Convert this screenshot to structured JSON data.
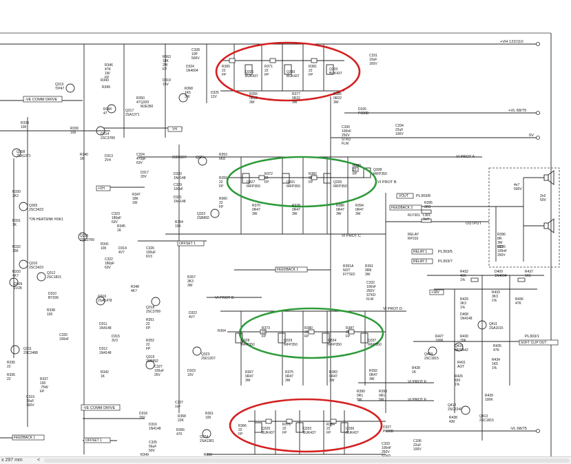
{
  "rails": {
    "vh": "+VH 122/110",
    "vl_pos": "+VL 68/75",
    "ov": "0V",
    "vl_neg": "-VL 68/75",
    "ve_drive_top": "-VE COMM DRIVE",
    "ve_drive_bottom": "-VE COMM DRIVE",
    "vh_small": "VH",
    "pos_vh_small": "+VH",
    "pos_18v": "+18V"
  },
  "signals": {
    "vi_prot_a": "VI PROT A",
    "vi_prot_b": "VI PROT B",
    "vi_prot_c": "VI PROT C",
    "vi_prot_d": "VI PROT D",
    "vi_prot_e": "VI PROT E",
    "vi_prot_f": "VI PROT F",
    "vout": "VOUT",
    "feedback_2": "FEEDBACK 2",
    "feedback_1": "FEEDBACK 1",
    "feedback_1b": "FEEDBACK 1",
    "offset_1": "OFFSET 1",
    "offset_1b": "OFFSET 1",
    "relay_1": "RELAY 1",
    "relay_2": "RELAY 2",
    "pl303_8": "PL303/8",
    "pl303_5": "PL303/5",
    "pl303_7": "PL303/7",
    "pl303_1": "PL303/1",
    "soft_clip_out": "SOFT CLIP OUT",
    "output": "OUTPUT",
    "heatsink_note": "*ON HEATSINK HSK1"
  },
  "components": [
    {
      "ref": "R346",
      "val": "47K 1W FP"
    },
    {
      "ref": "Q313",
      "val": "TIP47"
    },
    {
      "ref": "R349",
      "val": ""
    },
    {
      "ref": "R350",
      "val": "47"
    },
    {
      "ref": "Q320",
      "val": "MJE350"
    },
    {
      "ref": "R344",
      "val": "47"
    },
    {
      "ref": "Q317",
      "val": "2SA1371"
    },
    {
      "ref": "R334",
      "val": "100"
    },
    {
      "ref": "R339",
      "val": "100"
    },
    {
      "ref": "Q314",
      "val": "2SC3789"
    },
    {
      "ref": "Q308",
      "val": "2SA1371"
    },
    {
      "ref": "R363",
      "val": "18K 2W FP"
    },
    {
      "ref": "C328",
      "val": "10P 500V"
    },
    {
      "ref": "D324",
      "val": "1N4004"
    },
    {
      "ref": "D319",
      "val": "15V"
    },
    {
      "ref": "R368",
      "val": "1K5 3W"
    },
    {
      "ref": "D325",
      "val": "12V"
    },
    {
      "ref": "R365",
      "val": "22 FP"
    },
    {
      "ref": "Q326",
      "val": "BUK437"
    },
    {
      "ref": "R371",
      "val": "22 FP"
    },
    {
      "ref": "Q330",
      "val": "BUK437"
    },
    {
      "ref": "R381",
      "val": "22 FP"
    },
    {
      "ref": "Q333",
      "val": "BUK437"
    },
    {
      "ref": "R355",
      "val": "0R22 3W"
    },
    {
      "ref": "R377",
      "val": "0R22 3W"
    },
    {
      "ref": "R385",
      "val": "0R22 3W"
    },
    {
      "ref": "C331",
      "val": "10uF 160V"
    },
    {
      "ref": "D326",
      "val": "P600D"
    },
    {
      "ref": "C330",
      "val": "100nF 250V STKD FLM"
    },
    {
      "ref": "C334",
      "val": "22uF 100V"
    },
    {
      "ref": "R340",
      "val": "1K"
    },
    {
      "ref": "D313",
      "val": "2V4"
    },
    {
      "ref": "C324",
      "val": "470pF 63V"
    },
    {
      "ref": "2SD1207",
      "val": ""
    },
    {
      "ref": "Q321",
      "val": ""
    },
    {
      "ref": "R353",
      "val": "6K8"
    },
    {
      "ref": "D317",
      "val": "20V"
    },
    {
      "ref": "D320",
      "val": "1N4148"
    },
    {
      "ref": "C329",
      "val": "100nF"
    },
    {
      "ref": "D321",
      "val": "1N4148"
    },
    {
      "ref": "R359",
      "val": "22 FP"
    },
    {
      "ref": "R360",
      "val": "22 FP"
    },
    {
      "ref": "Q322",
      "val": "2SB892"
    },
    {
      "ref": "R354",
      "val": "10K"
    },
    {
      "ref": "Q327",
      "val": "IRFP350"
    },
    {
      "ref": "R372",
      "val": "22 FP"
    },
    {
      "ref": "Q331",
      "val": "IRFP350"
    },
    {
      "ref": "R382",
      "val": "22 FP"
    },
    {
      "ref": "Q335",
      "val": "IRFP350"
    },
    {
      "ref": "R389",
      "val": "22 FP"
    },
    {
      "ref": "Q338",
      "val": "IRFP350"
    },
    {
      "ref": "R370",
      "val": "0R47 3W"
    },
    {
      "ref": "R378",
      "val": "0R47 3W"
    },
    {
      "ref": "R386",
      "val": "0R47 3W"
    },
    {
      "ref": "R394",
      "val": "0R47 3W"
    },
    {
      "ref": "R330",
      "val": "2K2"
    },
    {
      "ref": "Q305",
      "val": "2SC3423"
    },
    {
      "ref": "R331",
      "val": "1K"
    },
    {
      "ref": "R347",
      "val": "18K 1W"
    },
    {
      "ref": "C323",
      "val": "180pF 63V"
    },
    {
      "ref": "R345",
      "val": "1K"
    },
    {
      "ref": "Q315",
      "val": "2SC3789"
    },
    {
      "ref": "R341",
      "val": "100"
    },
    {
      "ref": "D314",
      "val": "4V7"
    },
    {
      "ref": "C326",
      "val": "100uF 6V3"
    },
    {
      "ref": "R332",
      "val": "15K"
    },
    {
      "ref": "Q310",
      "val": "2SC3423"
    },
    {
      "ref": "C322",
      "val": "180pF 63V"
    },
    {
      "ref": "R333",
      "val": "4K7"
    },
    {
      "ref": "Q309",
      "val": "1V28"
    },
    {
      "ref": "Q312",
      "val": "2SC1815"
    },
    {
      "ref": "D310",
      "val": "BY206"
    },
    {
      "ref": "R348",
      "val": "4K7"
    },
    {
      "ref": "Q316",
      "val": "2SA1478"
    },
    {
      "ref": "R338",
      "val": "100"
    },
    {
      "ref": "Q318",
      "val": "2SC3789"
    },
    {
      "ref": "R351",
      "val": "22 FP"
    },
    {
      "ref": "R357",
      "val": "3K3 3W"
    },
    {
      "ref": "D322",
      "val": "4V7"
    },
    {
      "ref": "D311",
      "val": "1N4148"
    },
    {
      "ref": "D315",
      "val": "3V3"
    },
    {
      "ref": "C320",
      "val": "100nF"
    },
    {
      "ref": "D312",
      "val": "1N4148"
    },
    {
      "ref": "R352",
      "val": "22 FP"
    },
    {
      "ref": "Q319",
      "val": "2SB892"
    },
    {
      "ref": "Q323",
      "val": "2SD1207"
    },
    {
      "ref": "R342",
      "val": "1K"
    },
    {
      "ref": "C327",
      "val": "100uF 25V"
    },
    {
      "ref": "D323",
      "val": "15V"
    },
    {
      "ref": "Q311",
      "val": "2SC2488"
    },
    {
      "ref": "R335",
      "val": "22"
    },
    {
      "ref": "R336",
      "val": "22"
    },
    {
      "ref": "R337",
      "val": "100 .75W FP"
    },
    {
      "ref": "C319",
      "val": "10uF 160V"
    },
    {
      "ref": "R364",
      "val": ""
    },
    {
      "ref": "Q328",
      "val": "IRFP350"
    },
    {
      "ref": "R373",
      "val": "22 FP"
    },
    {
      "ref": "Q329",
      "val": "IRFP350"
    },
    {
      "ref": "R380",
      "val": "22 FP"
    },
    {
      "ref": "Q334",
      "val": "IRFP350"
    },
    {
      "ref": "R387",
      "val": "22 FP"
    },
    {
      "ref": "Q337",
      "val": "IRFP350"
    },
    {
      "ref": "R367",
      "val": "0R47 3W"
    },
    {
      "ref": "R375",
      "val": "0R47 3W"
    },
    {
      "ref": "R383",
      "val": "0R47 3W"
    },
    {
      "ref": "R392",
      "val": "0R47 3W"
    },
    {
      "ref": "R391A",
      "val": "NOT FITTED"
    },
    {
      "ref": "R391",
      "val": "0R8 3W"
    },
    {
      "ref": "C332",
      "val": "100nF 250V STKD FLM"
    },
    {
      "ref": "R395",
      "val": "3R3"
    },
    {
      "ref": "L301",
      "val": "3uH"
    },
    {
      "ref": "RLY301",
      "val": ""
    },
    {
      "ref": "RELAY",
      "val": "RP310"
    },
    {
      "ref": "R396",
      "val": "8R 3W MO"
    },
    {
      "ref": "C335",
      "val": "100nF 250V"
    },
    {
      "ref": "4n7",
      "val": "500V"
    },
    {
      "ref": "2n2",
      "val": "50V"
    },
    {
      "ref": "R432",
      "val": "43K 1%"
    },
    {
      "ref": "D409",
      "val": "1N4004"
    },
    {
      "ref": "R437",
      "val": "1K5"
    },
    {
      "ref": "R429",
      "val": "3K3 1%"
    },
    {
      "ref": "D408",
      "val": "1N4148"
    },
    {
      "ref": "R433",
      "val": "3K3 1%"
    },
    {
      "ref": "R436",
      "val": "47K"
    },
    {
      "ref": "Q411",
      "val": "2SA1015"
    },
    {
      "ref": "R427",
      "val": "100K"
    },
    {
      "ref": "R430",
      "val": "15K"
    },
    {
      "ref": "Q410",
      "val": "MPSA42"
    },
    {
      "ref": "R435",
      "val": "47K"
    },
    {
      "ref": "R431",
      "val": "AOT"
    },
    {
      "ref": "Q409",
      "val": "2SC1815"
    },
    {
      "ref": "R428",
      "val": "1K"
    },
    {
      "ref": "R426",
      "val": "820 1%"
    },
    {
      "ref": "R434",
      "val": "1K5 1%"
    },
    {
      "ref": "R439",
      "val": "100K"
    },
    {
      "ref": "Q412",
      "val": "2SC2240"
    },
    {
      "ref": "Q413",
      "val": "2SC1815"
    },
    {
      "ref": "R438",
      "val": "430"
    },
    {
      "ref": "R393",
      "val": "0R1 5W"
    },
    {
      "ref": "R390",
      "val": "0R1 5W"
    },
    {
      "ref": "C337",
      "val": "1nF"
    },
    {
      "ref": "R358",
      "val": "22K"
    },
    {
      "ref": "R361",
      "val": "100"
    },
    {
      "ref": "D318",
      "val": "15V"
    },
    {
      "ref": "D316",
      "val": "1N4148"
    },
    {
      "ref": "C325",
      "val": "56uF 50V"
    },
    {
      "ref": "R356",
      "val": "470"
    },
    {
      "ref": "Q324",
      "val": "2SA1381"
    },
    {
      "ref": "R349b",
      "val": ""
    },
    {
      "ref": "R362",
      "val": ""
    },
    {
      "ref": "R366",
      "val": "22 FP"
    },
    {
      "ref": "Q325",
      "val": "BUK437"
    },
    {
      "ref": "R376",
      "val": "22 FP"
    },
    {
      "ref": "Q332",
      "val": "BUK437"
    },
    {
      "ref": "R384",
      "val": "22 FP"
    },
    {
      "ref": "Q336",
      "val": "BUK437"
    },
    {
      "ref": "D327",
      "val": "P600D"
    },
    {
      "ref": "C333",
      "val": "100nF 250V STKD FLM"
    },
    {
      "ref": "C336",
      "val": "22uF 100V"
    },
    {
      "ref": "R343",
      "val": ""
    }
  ],
  "status": {
    "page_size": "x 297 mm",
    "scroll_left_glyph": "<"
  },
  "highlights": {
    "red_color": "#d42020",
    "green_color": "#2e9a3a"
  }
}
